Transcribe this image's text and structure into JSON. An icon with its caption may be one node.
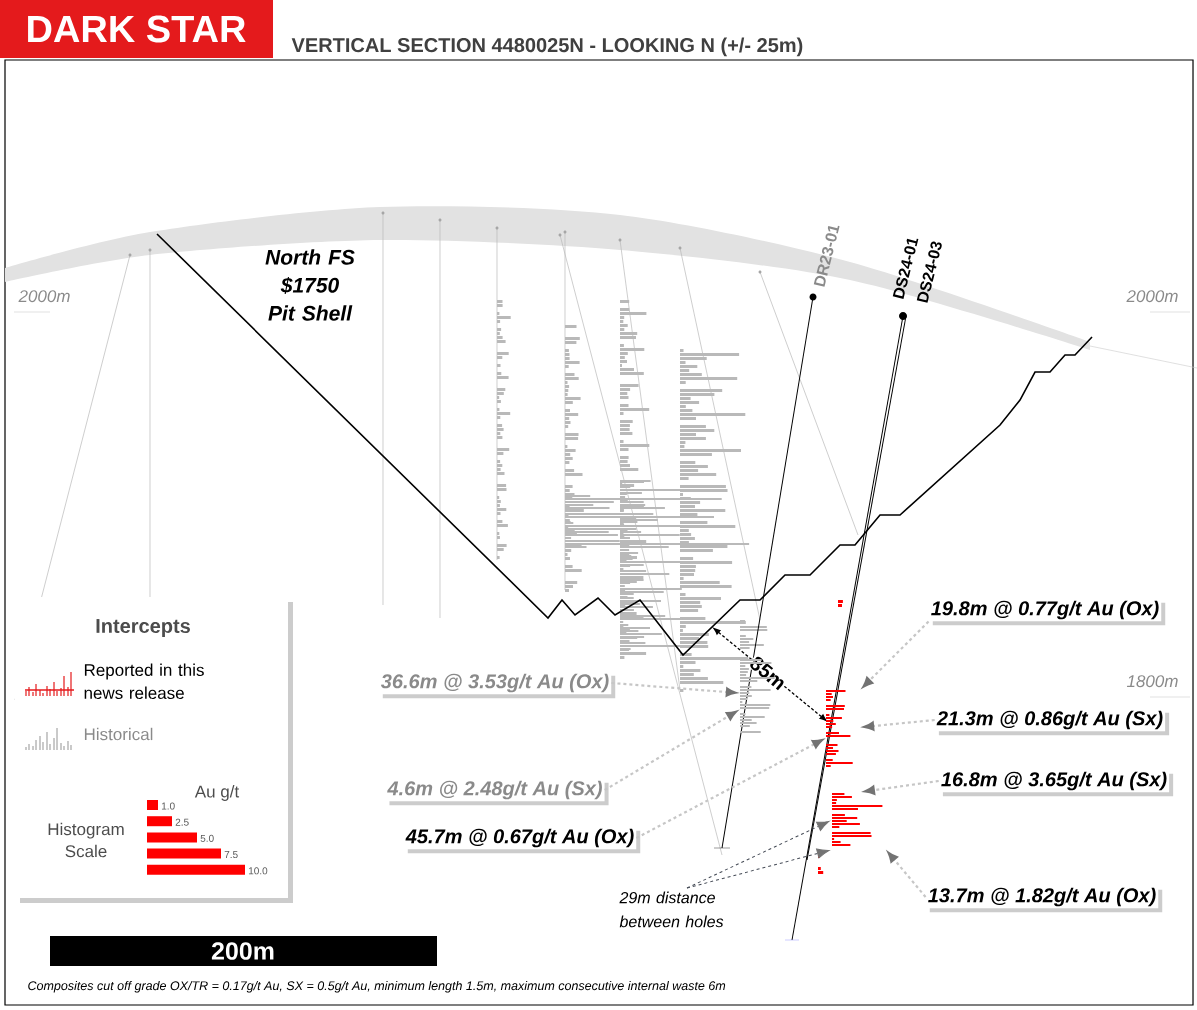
{
  "diagram": {
    "title": "VERTICAL SECTION 4480025N - LOOKING N (+/- 25m)",
    "caption": "Composites cut off grade OX/TR = 0.17g/t Au, SX = 0.5g/t Au, minimum length 1.5m, maximum consecutive internal waste 6m",
    "nodes": [
      {
        "text": [
          "19.8m @ 0.77g/t Au (Ox)"
        ]
      },
      {
        "text": [
          "36.6m @ 3.53g/t Au (Ox)"
        ]
      },
      {
        "text": [
          "21.3m @ 0.86g/t Au (Sx)"
        ]
      },
      {
        "text": [
          "4.6m @ 2.48g/t Au (Sx)"
        ]
      },
      {
        "text": [
          "16.8m @ 3.65g/t Au (Sx)"
        ]
      },
      {
        "text": [
          "45.7m @ 0.67g/t Au (Ox)"
        ]
      },
      {
        "text": [
          "13.7m @ 1.82g/t Au (Ox)"
        ]
      },
      {
        "text": [
          "29m distance between holes"
        ]
      },
      {
        "text": [],
        "shape": "picture"
      },
      {
        "text": [],
        "shape": "picture"
      },
      {
        "text": [],
        "shape": "picture"
      }
    ],
    "edges": [
      {
        "from": 0,
        "to": 9,
        "arrow": "to",
        "style": "dashed"
      },
      {
        "from": 1,
        "to": 8,
        "arrow": "to",
        "style": "dashed"
      },
      {
        "from": 2,
        "to": 9,
        "arrow": "to",
        "style": "dashed"
      },
      {
        "from": 3,
        "to": 8,
        "arrow": "to",
        "style": "dashed"
      },
      {
        "from": 4,
        "to": 10,
        "arrow": "to",
        "style": "dashed"
      },
      {
        "from": 5,
        "to": 9,
        "arrow": "to",
        "style": "dashed"
      },
      {
        "from": 6,
        "to": 10,
        "arrow": "to",
        "style": "dashed"
      },
      {
        "from": 7,
        "to": 10,
        "arrow": "to",
        "style": "dashed",
        "color": "#444a55"
      },
      {
        "from": 7,
        "to": 10,
        "arrow": "to",
        "style": "dashed",
        "color": "#444a55"
      }
    ],
    "labels": [
      "DARK STAR",
      "North FS $1750 Pit Shell",
      "DR23-01",
      "DS24-01",
      "DS24-03",
      "2000m",
      "2000m",
      "1800m",
      "85m",
      "Intercepts",
      "Au g/t",
      "1.0",
      "2.5",
      "5.0",
      "7.5",
      "10.0",
      "Histogram Scale",
      "200m"
    ],
    "legend": [
      {
        "text": "Reported in this news release"
      },
      {
        "text": "Historical"
      }
    ]
  }
}
